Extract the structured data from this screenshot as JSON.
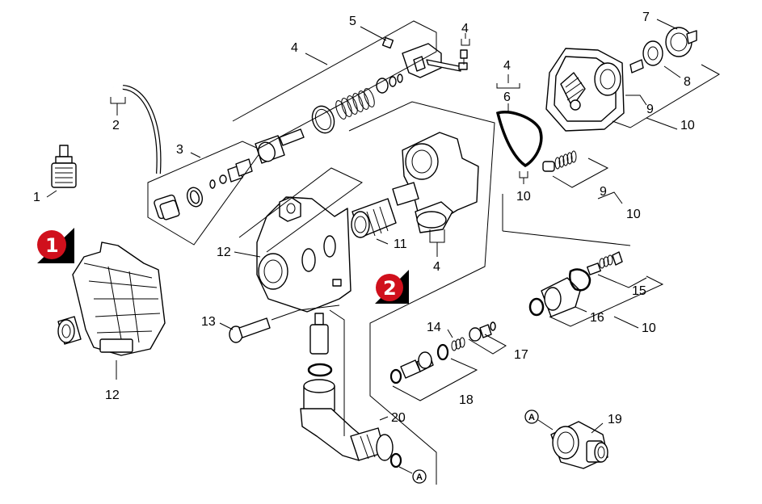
{
  "labels": {
    "l1": "1",
    "l2": "2",
    "l3": "3",
    "l4a": "4",
    "l4b": "4",
    "l4c": "4",
    "l4d": "4",
    "l5": "5",
    "l6": "6",
    "l7": "7",
    "l8": "8",
    "l9a": "9",
    "l9b": "9",
    "l10a": "10",
    "l10b": "10",
    "l10c": "10",
    "l10d": "10",
    "l11": "11",
    "l12a": "12",
    "l12b": "12",
    "l13": "13",
    "l14": "14",
    "l15": "15",
    "l16": "16",
    "l17": "17",
    "l18": "18",
    "l19": "19",
    "l20": "20"
  },
  "badges": {
    "one": "1",
    "two": "2"
  },
  "connector": {
    "a1": "A",
    "a2": "A"
  },
  "colors": {
    "badge": "#d0101c",
    "badge_shadow": "#000000",
    "line": "#000000",
    "background": "#ffffff"
  }
}
